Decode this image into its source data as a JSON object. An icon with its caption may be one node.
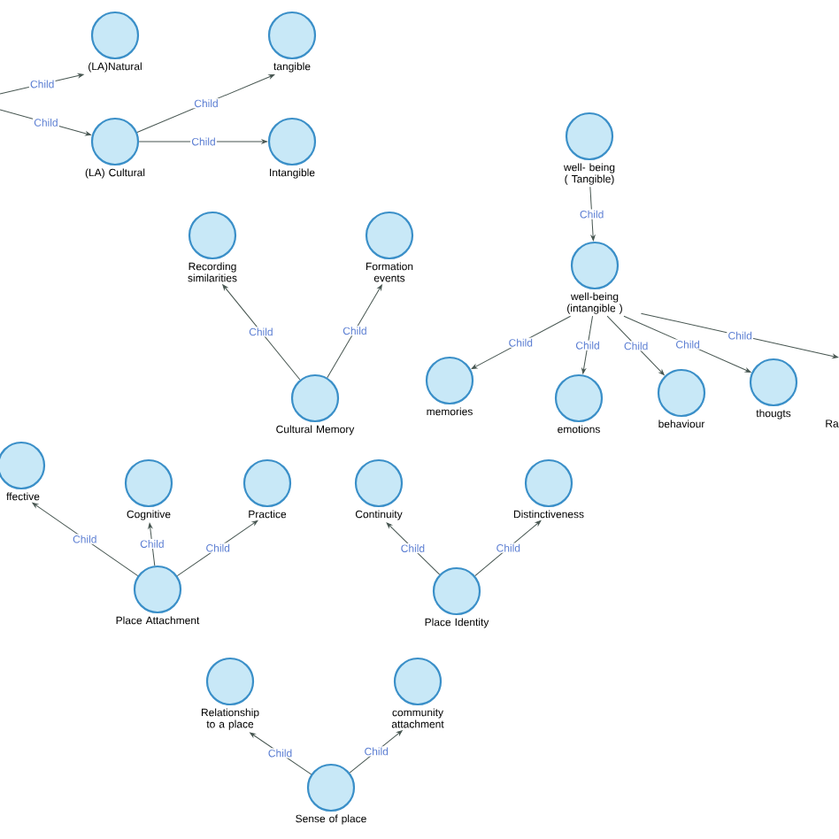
{
  "diagram": {
    "nodes": [
      {
        "text": [
          "(LA)Natural"
        ]
      },
      {
        "text": [
          "tangible"
        ]
      },
      {
        "text": [
          "(LA) Cultural"
        ]
      },
      {
        "text": [
          "Intangible"
        ]
      },
      {
        "text": [
          "well- being ( Tangible)"
        ]
      },
      {
        "text": [
          "Recording similarities"
        ]
      },
      {
        "text": [
          "Formation events"
        ]
      },
      {
        "text": [
          "well-being (intangible )"
        ]
      },
      {
        "text": [
          "Cultural Memory"
        ]
      },
      {
        "text": [
          "memories"
        ]
      },
      {
        "text": [
          "emotions"
        ]
      },
      {
        "text": [
          "behaviour"
        ]
      },
      {
        "text": [
          "thougts"
        ]
      },
      {
        "text": [
          "Ra"
        ]
      },
      {
        "text": [
          "ffective"
        ]
      },
      {
        "text": [
          "Cognitive"
        ]
      },
      {
        "text": [
          "Practice"
        ]
      },
      {
        "text": [
          "Continuity"
        ]
      },
      {
        "text": [
          "Distinctiveness"
        ]
      },
      {
        "text": [
          "Place Attachment"
        ]
      },
      {
        "text": [
          "Place Identity"
        ]
      },
      {
        "text": [
          "Relationship to a place"
        ]
      },
      {
        "text": [
          "community attachment"
        ]
      },
      {
        "text": [
          "Sense of place"
        ]
      }
    ],
    "edges": [
      {
        "from": null,
        "to": 0,
        "arrow": "to",
        "label": "Child"
      },
      {
        "from": null,
        "to": 2,
        "arrow": "to",
        "label": "Child"
      },
      {
        "from": 2,
        "to": 1,
        "arrow": "to",
        "label": "Child"
      },
      {
        "from": 2,
        "to": 3,
        "arrow": "to",
        "label": "Child"
      },
      {
        "from": 4,
        "to": 7,
        "arrow": "to",
        "label": "Child"
      },
      {
        "from": 7,
        "to": 9,
        "arrow": "to",
        "label": "Child"
      },
      {
        "from": 7,
        "to": 10,
        "arrow": "to",
        "label": "Child"
      },
      {
        "from": 7,
        "to": 11,
        "arrow": "to",
        "label": "Child"
      },
      {
        "from": 7,
        "to": 12,
        "arrow": "to",
        "label": "Child"
      },
      {
        "from": 7,
        "to": 13,
        "arrow": "to",
        "label": "Child"
      },
      {
        "from": 8,
        "to": 5,
        "arrow": "to",
        "label": "Child"
      },
      {
        "from": 8,
        "to": 6,
        "arrow": "to",
        "label": "Child"
      },
      {
        "from": 19,
        "to": 14,
        "arrow": "to",
        "label": "Child"
      },
      {
        "from": 19,
        "to": 15,
        "arrow": "to",
        "label": "Child"
      },
      {
        "from": 19,
        "to": 16,
        "arrow": "to",
        "label": "Child"
      },
      {
        "from": 20,
        "to": 17,
        "arrow": "to",
        "label": "Child"
      },
      {
        "from": 20,
        "to": 18,
        "arrow": "to",
        "label": "Child"
      },
      {
        "from": 23,
        "to": 21,
        "arrow": "to",
        "label": "Child"
      },
      {
        "from": 23,
        "to": 22,
        "arrow": "to",
        "label": "Child"
      }
    ]
  }
}
